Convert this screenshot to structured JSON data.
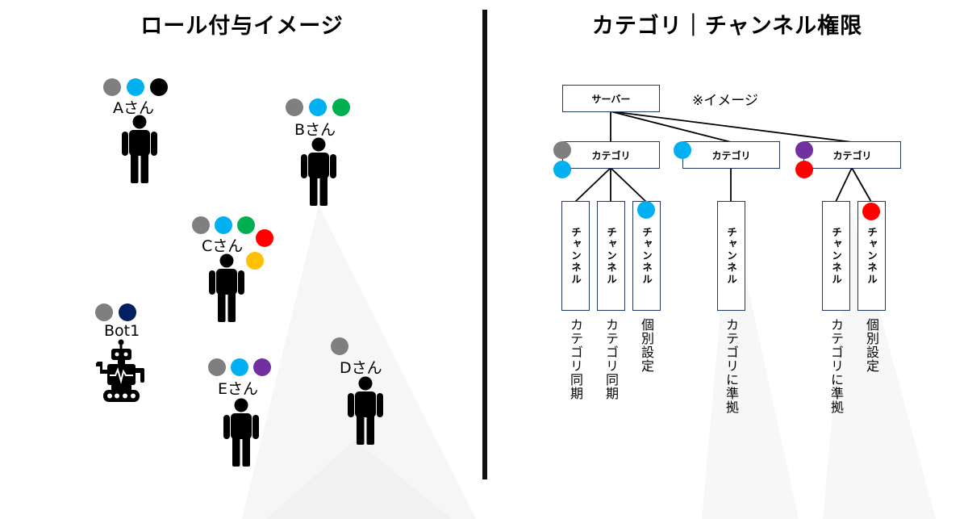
{
  "left": {
    "title": "ロール付与イメージ",
    "users": [
      {
        "name": "Aさん",
        "roles": [
          "#7f7f7f",
          "#00b0f0",
          "#000000"
        ]
      },
      {
        "name": "Bさん",
        "roles": [
          "#7f7f7f",
          "#00b0f0",
          "#00b050"
        ]
      },
      {
        "name": "Cさん",
        "roles": [
          "#7f7f7f",
          "#00b0f0",
          "#00b050",
          "#ff0000",
          "#ffc000"
        ]
      },
      {
        "name": "Bot1",
        "roles": [
          "#7f7f7f",
          "#002060"
        ]
      },
      {
        "name": "Eさん",
        "roles": [
          "#7f7f7f",
          "#00b0f0",
          "#7030a0"
        ]
      },
      {
        "name": "Dさん",
        "roles": [
          "#7f7f7f"
        ]
      }
    ]
  },
  "right": {
    "title": "カテゴリ｜チャンネル権限",
    "server_label": "サーバー",
    "image_note": "※イメージ",
    "categories": [
      {
        "label": "カテゴリ",
        "roles": [
          "#7f7f7f",
          "#00b0f0"
        ]
      },
      {
        "label": "カテゴリ",
        "roles": [
          "#00b0f0"
        ]
      },
      {
        "label": "カテゴリ",
        "roles": [
          "#7030a0",
          "#ff0000"
        ]
      }
    ],
    "channels": [
      {
        "label": "チャンネル",
        "note": "カテゴリ同期",
        "role": ""
      },
      {
        "label": "チャンネル",
        "note": "カテゴリ同期",
        "role": ""
      },
      {
        "label": "チャンネル",
        "note": "個別設定",
        "role": "#00b0f0"
      },
      {
        "label": "チャンネル",
        "note": "カテゴリに準拠",
        "role": ""
      },
      {
        "label": "チャンネル",
        "note": "カテゴリに準拠",
        "role": ""
      },
      {
        "label": "チャンネル",
        "note": "個別設定",
        "role": "#ff0000"
      }
    ]
  },
  "colors": {
    "box_border": "#203864",
    "divider": "#111111"
  }
}
